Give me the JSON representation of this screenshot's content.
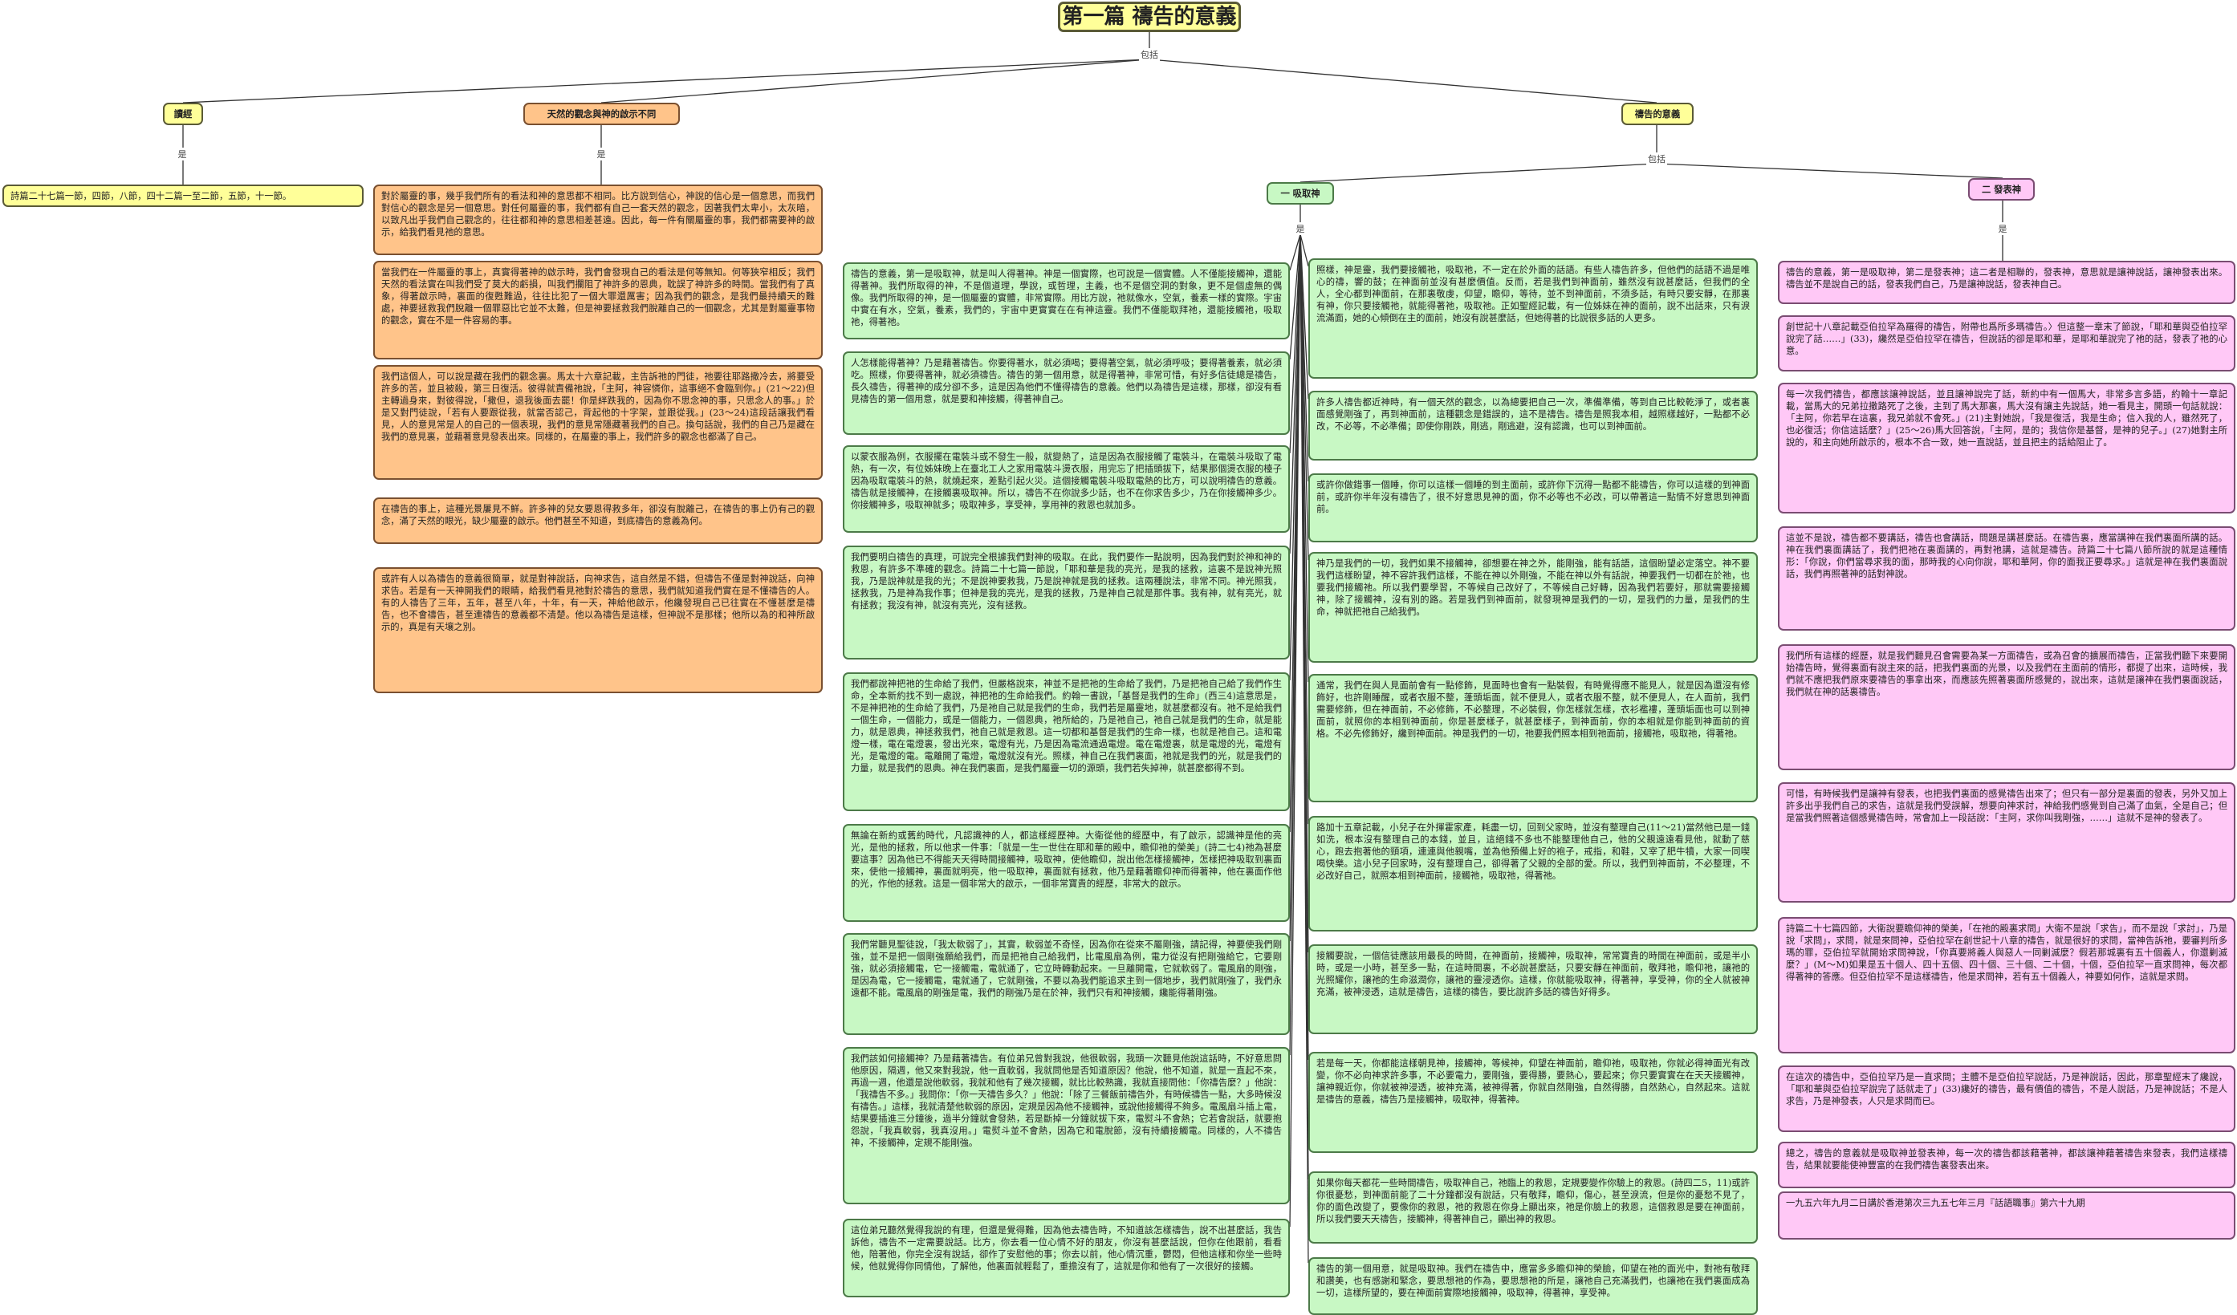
{
  "title": "第一篇 禱告的意義",
  "edge_labels": {
    "includes": "包括",
    "is": "是"
  },
  "branches": {
    "scripture": {
      "label": "讀經",
      "text": "詩篇二十七篇一節，四節，八節，四十二篇一至二節，五節，十一節。"
    },
    "human_vs_god": {
      "label": "天然的觀念與神的啟示不同",
      "items": [
        "對於屬靈的事，幾乎我們所有的看法和神的意思都不相同。比方說到信心，神說的信心是一個意思，而我們對信心的觀念是另一個意思。對任何屬靈的事，我們都有自己一套天然的觀念，因著我們太卑小，太灰暗，以致凡出乎我們自己觀念的，往往都和神的意思相差甚遠。因此，每一件有關屬靈的事，我們都需要神的啟示，給我們看見祂的意思。",
        "當我們在一件屬靈的事上，真實得著神的啟示時，我們會發現自己的看法是何等無知。何等狹窄相反；我們天然的看法實在叫我們受了莫大的虧損，叫我們攔阻了神許多的恩典，耽誤了神許多的時間。當我們有了真象，得著啟示時，裏面的復甦難過，往往比犯了一個大罪還厲害；因為我們的觀念，是我們最持續天的難處，神要拯救我們脫離一個罪惡比它並不太難，但是神要拯救我們脫離自己的一個觀念，尤其是對屬靈事物的觀念，實在不是一件容易的事。",
        "我們這個人，可以說是藏在我們的觀念裏。馬太十六章記載，主告訴祂的門徒，祂要往耶路撒冷去，將要受許多的苦，並且被殺，第三日復活。彼得就責備祂說，「主阿，神容憐你，這事絕不會臨到你。」(21～22)但主轉過身來，對彼得說，「撒但，退我後面去罷！你是絆跌我的，因為你不思念神的事，只思念人的事。」於是又對門徒說，「若有人要跟從我，就當否認己，背起他的十字架，並跟從我。」(23～24)這段話讓我們看見，人的意見常是人的自己的一個表現，我們的意見常隱藏著我們的自己。換句話說，我們的自己乃是藏在我們的意見裏，並藉著意見發表出來。同樣的，在屬靈的事上，我們許多的觀念也都滿了自己。",
        "在禱告的事上，這種光景屢見不鮮。許多神的兒女要恩得救多年，卻沒有脫離己，在禱告的事上仍有己的觀念，滿了天然的眼光，缺少屬靈的啟示。他們甚至不知道，到底禱告的意義為何。",
        "或許有人以為禱告的意義很簡單，就是對神說話，向神求告，這自然是不錯，但禱告不僅是對神說話，向神求告。若是有一天神開我們的眼睛，給我們看見祂對於禱告的意思，我們就知道我們實在是不懂禱告的人。有的人禱告了三年，五年，甚至八年，十年，有一天，神給他啟示，他纔發現自己已往實在不懂甚麼是禱告，也不會禱告，甚至連禱告的意義都不清楚。他以為禱告是這樣，但神說不是那樣；他所以為的和神所啟示的，真是有天壤之別。"
      ]
    },
    "meaning": {
      "label": "禱告的意義",
      "sub": {
        "absorb": {
          "label": "一 吸取神",
          "left_items": [
            "禱告的意義，第一是吸取神，就是叫人得著神。神是一個實際，也可說是一個實體。人不僅能接觸神，還能得著神。我們所取得的神，不是個道理，學說，或哲理，主義，也不是個空洞的對象，更不是個虛無的偶像。我們所取得的神，是一個屬靈的實體，非常實際。用比方說，祂就像水，空氣，養素一樣的實際。宇宙中實在有水，空氣，養素，我們的，宇宙中更實實在在有神這靈。我們不僅能取拜祂，還能接觸祂，吸取祂，得著祂。",
            "人怎樣能得著神？乃是藉著禱告。你要得著水，就必須喝；要得著空氣，就必須呼吸；要得著養素，就必須吃。照樣，你要得著神，就必須禱告。禱告的第一個用意，就是得著神，非常可惜，有好多信徒總是禱告，長久禱告，得著神的成分卻不多，這是因為他們不懂得禱告的意義。他們以為禱告是這樣，那樣，卻沒有看見禱告的第一個用意，就是要和神接觸，得著神自己。",
            "以蒙衣服為例，衣服擺在電裝斗或不發生一般，就變熱了，這是因為衣服接觸了電裝斗，在電裝斗吸取了電熱，有一次，有位姊妹晚上在臺北工人之家用電裝斗燙衣服，用完忘了把插頭拔下，結果那個燙衣服的檯子因為吸取電裝斗的熱，就燒起來，差點引起火災。這個接觸電裝斗吸取電熱的比方，可以說明禱告的意義。禱告就是接觸神，在接觸裏吸取神。所以，禱告不在你說多少話，也不在你求告多少，乃在你接觸神多少。你接觸神多，吸取神就多；吸取神多，享受神，享用神的救恩也就加多。",
            "我們要明白禱告的真理，可說完全根據我們對神的吸取。在此，我們要作一點說明，因為我們對於神和神的救恩，有許多不準確的觀念。詩篇二十七篇一節說，「耶和華是我的亮光，是我的拯救，這裏不是說神光照我，乃是說神就是我的光；不是說神要救我，乃是說神就是我的拯救。這兩種說法，非常不同。神光照我，拯救我，乃是神為我作事；但神是我的亮光，是我的拯救，乃是神自己就是那件事。我有神，就有亮光，就有拯救；我沒有神，就沒有亮光，沒有拯救。",
            "我們都說神把祂的生命給了我們，但嚴格說來，神並不是把祂的生命給了我們，乃是把祂自己給了我們作生命，全本新約找不到一處說，神把祂的生命給我們。約翰一書說，「基督是我們的生命」(西三4)這意思是，不是神把祂的生命給了我們，乃是祂自己就是我們的生命，我們若是屬靈地，就甚麼都沒有。祂不是給我們一個生命，一個能力，或是一個能力，一個恩典，祂所給的，乃是祂自己，祂自己就是我們的生命，就是能力，就是恩典，神拯救我們，祂自己就是救恩。這一切都和基督是我們的生命一樣，也就是祂自己。這和電燈一樣，電在電燈裏，發出光來，電燈有光，乃是因為電流通過電燈。電在電燈裏，就是電燈的光，電燈有光，是電燈的電。電離開了電燈，電燈就沒有光。照樣，神自己在我們裏面，祂就是我們的光，就是我們的力量，就是我們的恩典。神在我們裏面，是我們屬靈一切的源頭，我們若失掉神，就甚麼都得不到。",
            "無論在新約或舊約時代，凡認識神的人，都這樣經歷神。大衛從他的經歷中，有了啟示，認識神是他的亮光，是他的拯救，所以他求一件事：「就是一生一世住在耶和華的殿中，瞻仰祂的榮美」(詩二七4)祂為甚麼要這事？因為他已不得能天天得時間接觸神，吸取神，使他瞻仰，說出他怎樣接觸神，怎樣把神吸取到裏面來，使他一接觸神，裏面就明亮，他一吸取神，裏面就有拯救，他乃是藉著瞻仰神而得著神，他在裏面作他的光，作他的拯救。這是一個非常大的啟示，一個非常寶貴的經歷，非常大的啟示。",
            "我們常聽見聖徒說，「我太軟弱了」，其實，軟弱並不奇怪，因為你在從來不屬剛強，請記得，神要使我們剛強，並不是把一個剛強願給我們，而是把祂自己給我們，比電風扇為例，電力從沒有把剛強給它，它要剛強，就必須接觸電，它一接觸電，電就通了，它立時轉動起來。一旦離開電，它就軟弱了。電風扇的剛強，是因為電，它一接觸電，電就通了，它就剛強，不要以為我們能追求主到一個地步，我們就剛強了，我們永遠都不能。電風扇的剛強是電，我們的剛強乃是在於神，我們只有和神接觸，纔能得著剛強。",
            "我們該如何接觸神？乃是藉著禱告。有位弟兄曾對我說，他很軟弱，我頭一次聽見他說這話時，不好意思問他原因，隔週，他又來對我說，他一直軟弱，我就問他是否知道原因？他說，他不知道，就是一直起不來，再過一週，他還是說他軟弱，我就和他有了幾次接觸，就比比較熟識，我就直接問他：「你禱告麼？」他說：「我禱告不多。」我問你：「你一天禱告多久？」他說：「除了三餐飯前禱告外，有時候禱告一點，大多時候沒有禱告。」這樣，我就清楚他軟弱的原因，定規是因為他不接觸神，或說他接觸得不夠多。電風扇斗插上電，結果要插進三分鐘後，過半分鐘就會發熱，若是斷掉一分鐘就拔下來，電熨斗不會熱；它若會說話，就要抱怨說，「我真軟弱，我真沒用。」電熨斗並不會熱，因為它和電脫節，沒有持續接觸電。同樣的，人不禱告神，不接觸神，定規不能剛強。",
            "這位弟兄聽然覺得我說的有理，但還是覺得難，因為他去禱告時，不知道該怎樣禱告，說不出甚麼話，我告訴他，禱告不一定需要說話。比方，你去看一位心情不好的朋友，你沒有甚麼話說，但你在他跟前，看看他，陪著他，你完全沒有說話，卻作了安慰他的事；你去以前，他心情沉重，鬱悶，但他這樣和你坐一些時候，他就覺得你同情他，了解他，他裏面就輕鬆了，重擔沒有了，這就是你和他有了一次很好的接觸。"
          ],
          "right_items": [
            "照樣，神是靈，我們要接觸祂，吸取祂，不一定在於外面的話語。有些人禱告許多，但他們的話語不過是唯心的禱，響的鼓；在神面前並沒有甚麼價值。反而，若是我們到神面前，雖然沒有說甚麼話，但我們的全人，全心都到神面前，在那裏敬虔，仰望，瞻仰，等待，並不到神面前，不須多話，有時只要安靜，在那裏有神，你只要接觸祂，就能得著祂，吸取祂。正如聖經記載，有一位姊妹在神的面前，說不出話來，只有淚流滿面，她的心傾倒在主的面前，她沒有說甚麼話，但她得著的比說很多話的人更多。",
            "許多人禱告都近神時，有一個天然的觀念，以為總要把自己一次，準備準備，等到自己比較乾淨了，或者裏面感覺剛強了，再到神面前，這種觀念是錯誤的，這不是禱告。禱告是照我本相，越照樣越好，一點都不必改，不必等，不必準備；即使你剛跌，剛逃，剛逃避，沒有認識，也可以到神面前。",
            "或許你做錯事一個睡，你可以這樣一個睡的到主面前，或許你下沉得一點都不能禱告，你可以這樣的到神面前，或許你半年沒有禱告了，很不好意思見神的面，你不必等也不必改，可以帶著這一點情不好意思到神面前。",
            "神乃是我們的一切，我們如果不接觸神，卻想要在神之外，能剛強，能有話語，這個盼望必定落空。神不要我們這樣盼望，神不容許我們這樣，不能在神以外剛強，不能在神以外有話說，神要我們一切都在於祂，也要我們接觸祂。所以我們要學習，不等候自己改好了，不等候自己好轉，因為我們若要好，那就需要接觸神，除了接觸神，沒有別的路。若是我們到神面前，就發現神是我們的一切，是我們的力量，是我們的生命，神就把祂自己給我們。",
            "通常，我們在與人見面前會有一點修飾，見面時也會有一點裝假，有時覺得應不能見人，就是因為還沒有修飾好，也許剛睡醒，或者衣服不整，蓬頭垢面，就不便見人，或者衣服不整，就不便見人，在人面前，我們需要修飾，但在神面前，不必修飾，不必整理，不必裝假，你怎樣就怎樣，衣衫襤褸，蓬頭垢面也可以到神面前，就照你的本相到神面前，你是甚麼樣子，就甚麼樣子，到神面前，你的本相就是你能到神面前的資格。不必先修飾好，纔到神面前。神是我們的一切，祂要我們照本相到祂面前，接觸祂，吸取祂，得著祂。",
            "路加十五章記載，小兒子在外揮霍家產，耗盡一切，回到父家時，並沒有整理自己(11～21)當然他已是一錢如洗，根本沒有整理自己的本錢，並且，這絕錢不多也不能整理他自己，他的父親遠遠看見他，就動了慈心，跑去抱著他的頸項，連連與他親嘴，並為他預備上好的袍子，戒指，和鞋，又宰了肥牛犢，大家一同喫喝快樂。這小兒子回家時，沒有整理自己，卻得著了父親的全部的愛。所以，我們到神面前，不必整理，不必改好自己，就照本相到神面前，接觸祂，吸取祂，得著祂。",
            "接觸要說，一個信徒應該用最長的時間，在神面前，接觸神，吸取神，常常寶貴的時間在神面前，或是半小時，或是一小時，甚至多一點，在這時間裏，不必說甚麼話，只要安靜在神面前，敬拜祂，瞻仰祂，讓祂的光照耀你，讓祂的生命滋潤你，讓祂的靈浸透你。這樣，你就能吸取神，得著神，享受神，你的全人就被神充滿，被神浸透，這就是禱告，這樣的禱告，要比說許多話的禱告好得多。",
            "若是每一天，你都能這樣朝見神，接觸神，等候神，仰望在神面前，瞻仰祂，吸取祂，你就必得神面光有改變，你不必向神求許多事，不必要電力，要剛強，要得勝，要熱心，要起來；你只要實實在在天天接觸神，讓神親近你，你就被神浸透，被神充滿，被神得著，你就自然剛強，自然得勝，自然熱心，自然起來。這就是禱告的意義，禱告乃是接觸神，吸取神，得著神。",
            "如果你每天都花一些時間禱告，吸取神自己，祂臨上的救恩，定規要變作你驗上的救恩。(詩四二5，11)或許你很憂愁，到神面前能了二十分鐘都沒有說話，只有敬拜，瞻仰，傷心，甚至淚流，但是你的憂愁不見了，你的面色改變了，要像你的救恩，祂的救恩在你身上顯出來，祂是你臉上的救恩，這個救恩是要在神面前，所以我們要天天禱告，接觸神，得著神自己，顯出神的救恩。",
            "禱告的第一個用意，就是吸取神。我們在禱告中，應當多多瞻仰神的榮臉，仰望在祂的面光中，對祂有敬拜和讚美，也有感謝和緊念，要思想祂的作為，要思想祂的所是，讓祂自己充滿我們，也讓祂在我們裏面成為一切，這樣所望的，要在神面前實際地接觸神，吸取神，得著神，享受神。"
          ]
        },
        "express": {
          "label": "二 發表神",
          "items": [
            "禱告的意義，第一是吸取神，第二是發表神；這二者是相聯的，發表神，意思就是讓神說話，讓神發表出來。禱告並不是說自己的話，發表我們自己，乃是讓神說話，發表神自己。",
            "創世記十八章記載亞伯拉罕為羅得的禱告，附帶也爲所多瑪禱告。〉但這整一章末了節說，「耶和華與亞伯拉罕說完了話……」(33)，纔然是亞伯拉罕在禱告，但說話的卻是耶和華，是耶和華說完了祂的話，發表了祂的心意。",
            "每一次我們禱告，都應該讓神說話，並且讓神說完了話，新約中有一個馬大，非常多言多語，約翰十一章記載，當馬大的兄弟拉撒路死了之後，主到了馬大那裏，馬大沒有讓主先說話，她一看見主，開頭一句話就說：「主阿，你若早在這裏，我兄弟就不會死。」(21)主對她說，「我是復活，我是生命；信入我的人，雖然死了，也必復活；你信這話麼？」(25～26)馬大回答說，「主阿，是的；我信你是基督，是神的兒子。」(27)她對主所說的，和主向她所啟示的，根本不合一致，她一直說話，並且把主的話給阻止了。",
            "這並不是說，禱告都不要講話，禱告也會講話，問題是講甚麼話。在禱告裏，應當講神在我們裏面所講的話。神在我們裏面講話了，我們把祂在裏面講的，再對祂講，這就是禱告。詩篇二十七篇八節所說的就是這種情形：「你說，你們當尋求我的面，那時我的心向你說，耶和華阿，你的面我正要尋求。」這就是神在我們裏面說話，我們再照著神的話對神說。",
            "我們所有這樣的經歷，就是我們聽見召會需要為某一方面禱告，或為召會的擴展而禱告，正當我們聽下來要開始禱告時，覺得裏面有說主來的話，把我們裏面的光景，以及我們在主面前的情形，都提了出來，這時候，我們就不應把我們原來要禱告的事拿出來，而應該先照著裏面所感覺的，說出來，這就是讓神在我們裏面說話，我們就在神的話裏禱告。",
            "可惜，有時候我們是讓神有發表，也把我們裏面的感覺禱告出來了；但只有一部分是裏面的發表，另外又加上許多出乎我們自己的求告，這就是我們受誤解，想要向神求討，神給我們感覺到自己滿了血氣，全是自己；但是當我們照著這個感覺禱告時，常會加上一段話說：「主阿，求你叫我剛強，……」這就不是神的發表了。",
            "詩篇二十七篇四節，大衛說要瞻仰神的榮美，「在祂的殿裏求問」大衛不是說「求告」，而不是說「求討」，乃是說「求問」，求問，就是來問神，亞伯拉罕在創世記十八章的禱告，就是很好的求問，當神告訴祂，要審判所多瑪的罪，亞伯拉罕就開始求問神說，「你真要將義人與惡人一同剿滅麼？假若那城裏有五十個義人，你還剿滅麼？」(M～M)如果是五十個人、四十五個、四十個、三十個、二十個，十個，亞伯拉罕一直求問神，每次都得著神的答應。但亞伯拉罕不是這樣禱告，他是求問神，若有五十個義人，神要如何作，這就是求問。",
            "在這次的禱告中，亞伯拉罕乃是一直求問；主體不是亞伯拉罕說話，乃是神說話，因此，那章聖經末了纔說，「耶和華與亞伯拉罕說完了話就走了」(33)纔好的禱告，最有價值的禱告，不是人說話，乃是神說話；不是人求告，乃是神發表，人只是求問而已。",
            "總之，禱告的意義就是吸取神並發表神，每一次的禱告都該藉著神，都該讓神藉著禱告來發表，我們這樣禱告，結果就要能使神豐富的在我們禱告裏發表出來。",
            "一九五六年九月二日講於香港第次三九五七年三月『話語職事』第六十九期"
          ]
        }
      }
    }
  }
}
